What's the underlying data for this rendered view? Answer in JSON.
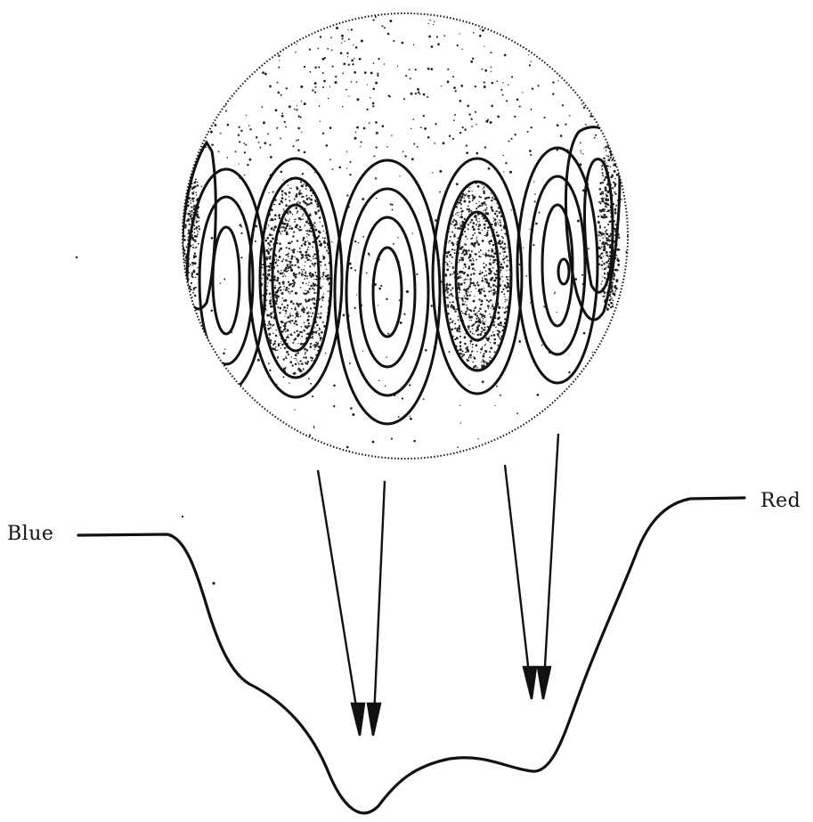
{
  "labels": {
    "blue": "Blue",
    "red": "Red"
  },
  "colors": {
    "ink": "#111111",
    "paper": "#ffffff"
  },
  "icons": {
    "star": "star-disk-with-pulsation-zones",
    "arrow": "down-arrow"
  }
}
